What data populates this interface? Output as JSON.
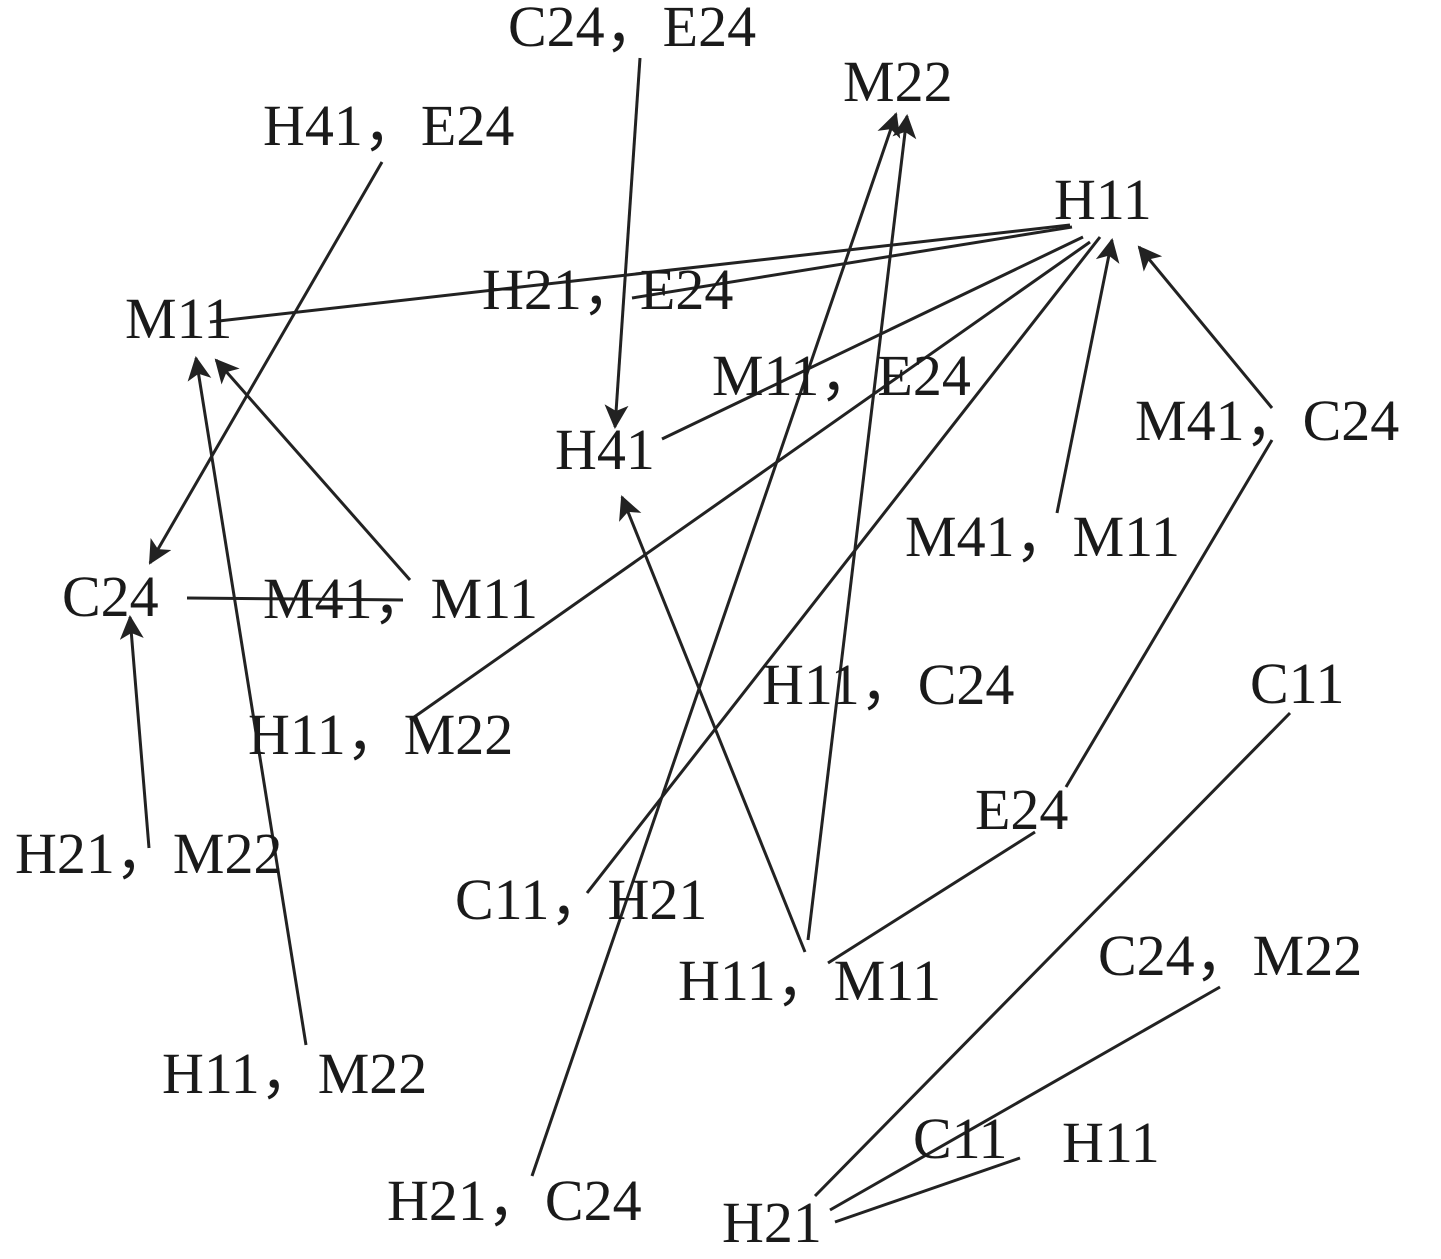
{
  "colors": {
    "ink": "#222222",
    "background": "#ffffff"
  },
  "nodes": [
    {
      "id": "c24_e24_top",
      "label": "C24，E24"
    },
    {
      "id": "m22",
      "label": "M22"
    },
    {
      "id": "h41_e24",
      "label": "H41，E24"
    },
    {
      "id": "h11",
      "label": "H11"
    },
    {
      "id": "h21_e24",
      "label": "H21，E24"
    },
    {
      "id": "m11",
      "label": "M11"
    },
    {
      "id": "m11_e24",
      "label": "M11，E24"
    },
    {
      "id": "m41_c24",
      "label": "M41，C24"
    },
    {
      "id": "h41",
      "label": "H41"
    },
    {
      "id": "m41_m11_right",
      "label": "M41，M11"
    },
    {
      "id": "c24",
      "label": "C24"
    },
    {
      "id": "m41_m11_left",
      "label": "M41，M11"
    },
    {
      "id": "h11_c24",
      "label": "H11，C24"
    },
    {
      "id": "c11",
      "label": "C11"
    },
    {
      "id": "h11_m22_mid",
      "label": "H11，M22"
    },
    {
      "id": "e24",
      "label": "E24"
    },
    {
      "id": "h21_m22",
      "label": "H21，M22"
    },
    {
      "id": "c11_h21",
      "label": "C11，H21"
    },
    {
      "id": "h11_m11",
      "label": "H11，M11"
    },
    {
      "id": "c24_m22",
      "label": "C24，M22"
    },
    {
      "id": "h11_m22_bottom",
      "label": "H11，M22"
    },
    {
      "id": "c11_bottom",
      "label": "C11"
    },
    {
      "id": "h11_bottom",
      "label": "H11"
    },
    {
      "id": "h21_c24",
      "label": "H21，C24"
    },
    {
      "id": "h21",
      "label": "H21"
    }
  ],
  "edges": [
    {
      "from": "c24_e24_top",
      "to": "h41",
      "arrow": true
    },
    {
      "from": "h41_e24",
      "to": "c24",
      "arrow": true
    },
    {
      "from": "h11",
      "to": "m11",
      "arrow": false
    },
    {
      "from": "h11",
      "to": "h21_e24",
      "arrow": false
    },
    {
      "from": "h11",
      "to": "h41",
      "arrow": false
    },
    {
      "from": "h11",
      "to": "h11_m22_mid",
      "arrow": false
    },
    {
      "from": "h11",
      "to": "c11_h21",
      "arrow": false
    },
    {
      "from": "m41_m11_right",
      "to": "h11",
      "arrow": true
    },
    {
      "from": "m41_c24",
      "to": "h11",
      "arrow": true
    },
    {
      "from": "m41_c24",
      "to": "e24",
      "arrow": false
    },
    {
      "from": "e24",
      "to": "h11_m11",
      "arrow": false
    },
    {
      "from": "h11_m11",
      "to": "h41",
      "arrow": true
    },
    {
      "from": "h11_m11",
      "to": "m22",
      "arrow": true
    },
    {
      "from": "h21_c24",
      "to": "m22",
      "arrow": true
    },
    {
      "from": "m41_m11_left",
      "to": "m11",
      "arrow": true
    },
    {
      "from": "h11_m22_bottom",
      "to": "m11",
      "arrow": true
    },
    {
      "from": "c24",
      "to": "m41_m11_left",
      "arrow": false
    },
    {
      "from": "h21_m22",
      "to": "c24",
      "arrow": true
    },
    {
      "from": "c11",
      "to": "h21",
      "arrow": false
    },
    {
      "from": "c24_m22",
      "to": "h21",
      "arrow": false
    },
    {
      "from": "h21",
      "to": "c11_bottom",
      "arrow": false
    }
  ]
}
